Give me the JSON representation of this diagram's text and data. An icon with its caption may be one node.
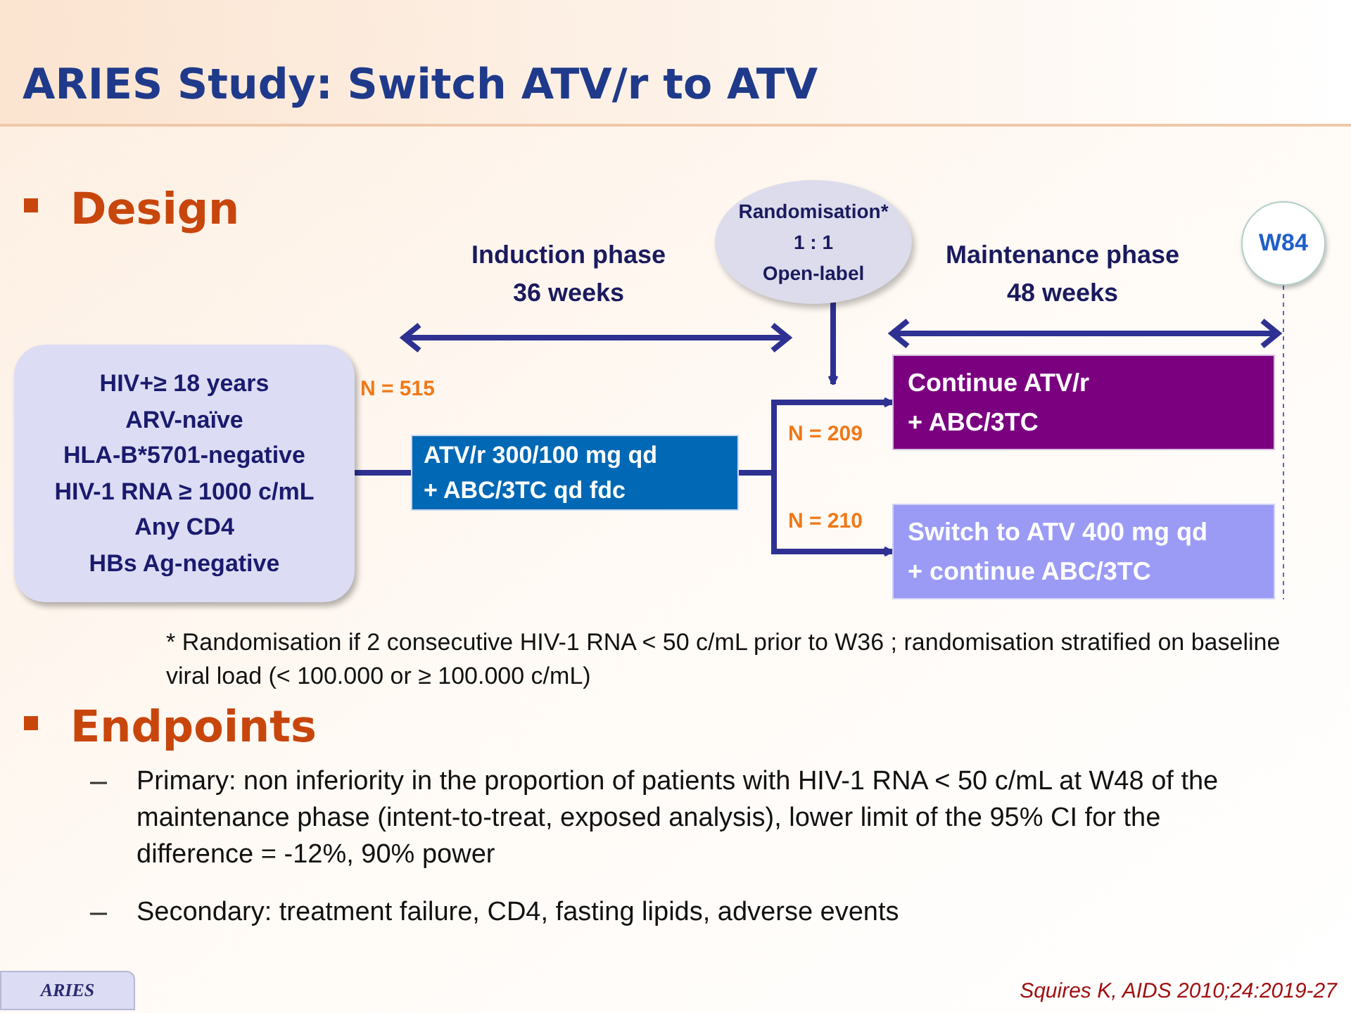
{
  "diagram": {
    "title": "ARIES Study: Switch ATV/r to ATV",
    "nodes": [
      {
        "text": [
          "HIV+≥ 18 years",
          "ARV-naïve",
          "HLA-B*5701-negative",
          "HIV-1 RNA ≥ 1000 c/mL",
          "Any CD4",
          "HBs Ag-negative"
        ]
      },
      {
        "text": [
          "ATV/r 300/100 mg qd + ABC/3TC qd fdc"
        ]
      },
      {
        "text": [
          "Randomisation*",
          "1 : 1",
          "Open-label"
        ]
      },
      {
        "text": [
          "Continue ATV/r + ABC/3TC"
        ]
      },
      {
        "text": [
          "Switch to ATV 400 mg qd + continue ABC/3TC"
        ]
      },
      {
        "text": [
          "W84"
        ]
      }
    ],
    "edges": [
      {
        "from": 0,
        "to": 1,
        "arrow": "none"
      },
      {
        "from": 1,
        "to": 3,
        "arrow": "to",
        "label": "N = 209"
      },
      {
        "from": 1,
        "to": 4,
        "arrow": "to",
        "label": "N = 210"
      },
      {
        "from": 2,
        "to": null,
        "arrow": "to"
      },
      {
        "from": 5,
        "to": 4,
        "arrow": "none",
        "style": "dashed"
      }
    ],
    "labels": [
      "Design",
      "Induction phase 36 weeks",
      "Maintenance phase 48 weeks",
      "N = 515",
      "* Randomisation if 2 consecutive HIV-1 RNA < 50 c/mL prior to W36 ; randomisation stratified on baseline viral load (< 100.000 or ≥ 100.000 c/mL)",
      "Endpoints",
      "Primary: non inferiority in the proportion of patients with HIV-1 RNA < 50 c/mL at W48 of the maintenance phase (intent-to-treat, exposed analysis), lower limit of the 95% CI for the difference = -12%, 90% power",
      "Secondary: treatment failure, CD4, fasting lipids, adverse events",
      "ARIES",
      "Squires K, AIDS 2010;24:2019-27"
    ]
  }
}
